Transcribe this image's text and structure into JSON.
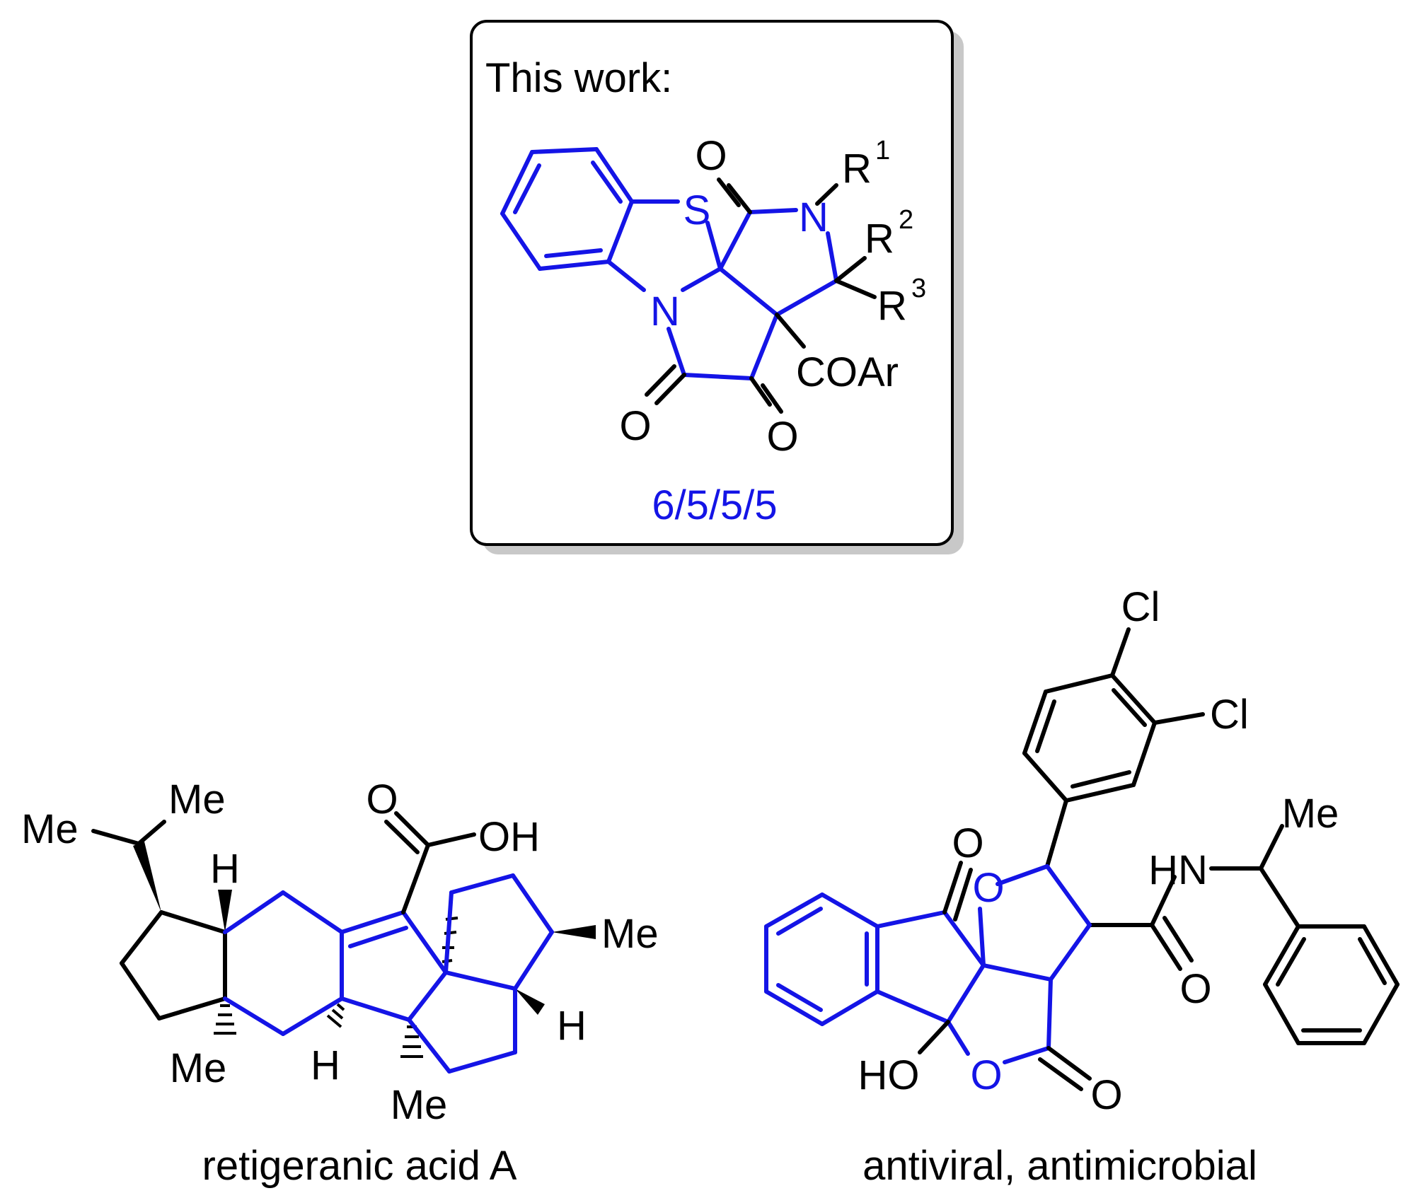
{
  "box": {
    "heading": "This work:",
    "ring_system": "6/5/5/5"
  },
  "colors": {
    "core": "#1414e6",
    "substituent": "#000000",
    "box_shadow": "#c8c8c8"
  },
  "scaffold_labels": {
    "sulfur": "S",
    "nitrogen_ring": "N",
    "nitrogen_amide": "N",
    "oxo_top": "O",
    "oxo_left": "O",
    "oxo_right": "O",
    "r1": "R",
    "r1_sup": "1",
    "r2": "R",
    "r2_sup": "2",
    "r3": "R",
    "r3_sup": "3",
    "coar": "COAr"
  },
  "retigeranic": {
    "me_top": "Me",
    "me_left": "Me",
    "h_top": "H",
    "o_acid": "O",
    "oh_acid": "OH",
    "me_right": "Me",
    "h_right": "H",
    "me_bottom_left": "Me",
    "h_bottom": "H",
    "me_bottom": "Me",
    "caption": "retigeranic acid A"
  },
  "antiviral": {
    "cl_top": "Cl",
    "cl_right": "Cl",
    "me": "Me",
    "hn": "HN",
    "o_ketone": "O",
    "o_ring_top": "O",
    "o_amide": "O",
    "ho": "HO",
    "o_ring_bottom": "O",
    "o_lactone": "O",
    "caption": "antiviral, antimicrobial"
  }
}
